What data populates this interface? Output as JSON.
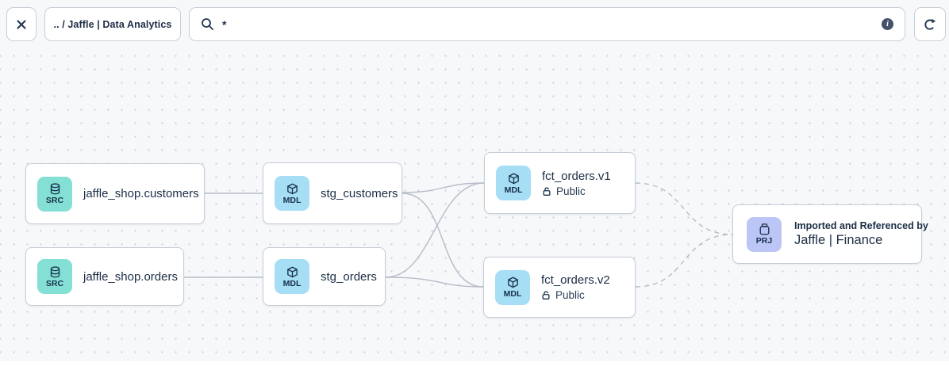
{
  "toolbar": {
    "breadcrumb": ".. / Jaffle | Data Analytics",
    "search_value": "*",
    "icons": {
      "close": "close-icon",
      "search": "search-icon",
      "info": "info-icon",
      "refresh": "refresh-icon"
    }
  },
  "nodes": {
    "src_customers": {
      "badge": "SRC",
      "title": "jaffle_shop.customers",
      "icon": "database-icon"
    },
    "src_orders": {
      "badge": "SRC",
      "title": "jaffle_shop.orders",
      "icon": "database-icon"
    },
    "stg_customers": {
      "badge": "MDL",
      "title": "stg_customers",
      "icon": "cube-icon"
    },
    "stg_orders": {
      "badge": "MDL",
      "title": "stg_orders",
      "icon": "cube-icon"
    },
    "fct_orders_v1": {
      "badge": "MDL",
      "title": "fct_orders.v1",
      "access": "Public",
      "icon": "cube-icon"
    },
    "fct_orders_v2": {
      "badge": "MDL",
      "title": "fct_orders.v2",
      "access": "Public",
      "icon": "cube-icon"
    },
    "project": {
      "badge": "PRJ",
      "subtitle": "Imported and Referenced by",
      "title": "Jaffle | Finance",
      "icon": "project-jar-icon"
    }
  },
  "edges": [
    {
      "from": "src_customers",
      "to": "stg_customers",
      "style": "solid"
    },
    {
      "from": "src_orders",
      "to": "stg_orders",
      "style": "solid"
    },
    {
      "from": "stg_customers",
      "to": "fct_orders_v1",
      "style": "solid"
    },
    {
      "from": "stg_customers",
      "to": "fct_orders_v2",
      "style": "solid"
    },
    {
      "from": "stg_orders",
      "to": "fct_orders_v1",
      "style": "solid"
    },
    {
      "from": "stg_orders",
      "to": "fct_orders_v2",
      "style": "solid"
    },
    {
      "from": "fct_orders_v1",
      "to": "project",
      "style": "dashed"
    },
    {
      "from": "fct_orders_v2",
      "to": "project",
      "style": "dashed"
    }
  ],
  "colors": {
    "canvas_bg": "#f7f8fa",
    "dot": "#ccd0d9",
    "node_border": "#c7cdd6",
    "edge": "#b6bdc9",
    "text_dark": "#1c2e45",
    "tile_src": "#84e0d5",
    "tile_mdl": "#a6def6",
    "tile_prj": "#bcc6f6",
    "info_badge": "#44516b"
  }
}
